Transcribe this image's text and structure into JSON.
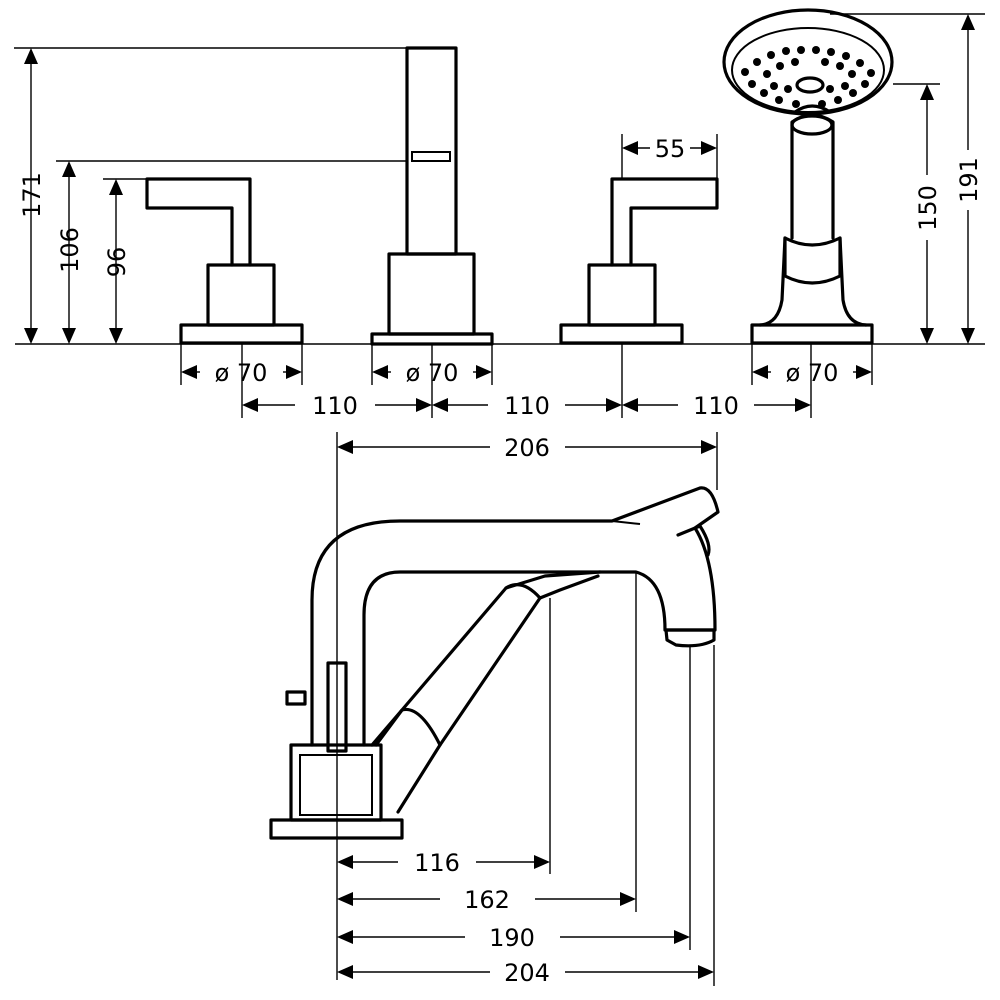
{
  "dimensions": {
    "height_171": "171",
    "height_106": "106",
    "height_96": "96",
    "width_55": "55",
    "height_150": "150",
    "height_191": "191",
    "dia_left": "ø 70",
    "dia_spout": "ø 70",
    "dia_shower": "ø 70",
    "spacing_1": "110",
    "spacing_2": "110",
    "spacing_3": "110",
    "reach_206": "206",
    "reach_116": "116",
    "reach_162": "162",
    "reach_190": "190",
    "reach_204": "204"
  }
}
